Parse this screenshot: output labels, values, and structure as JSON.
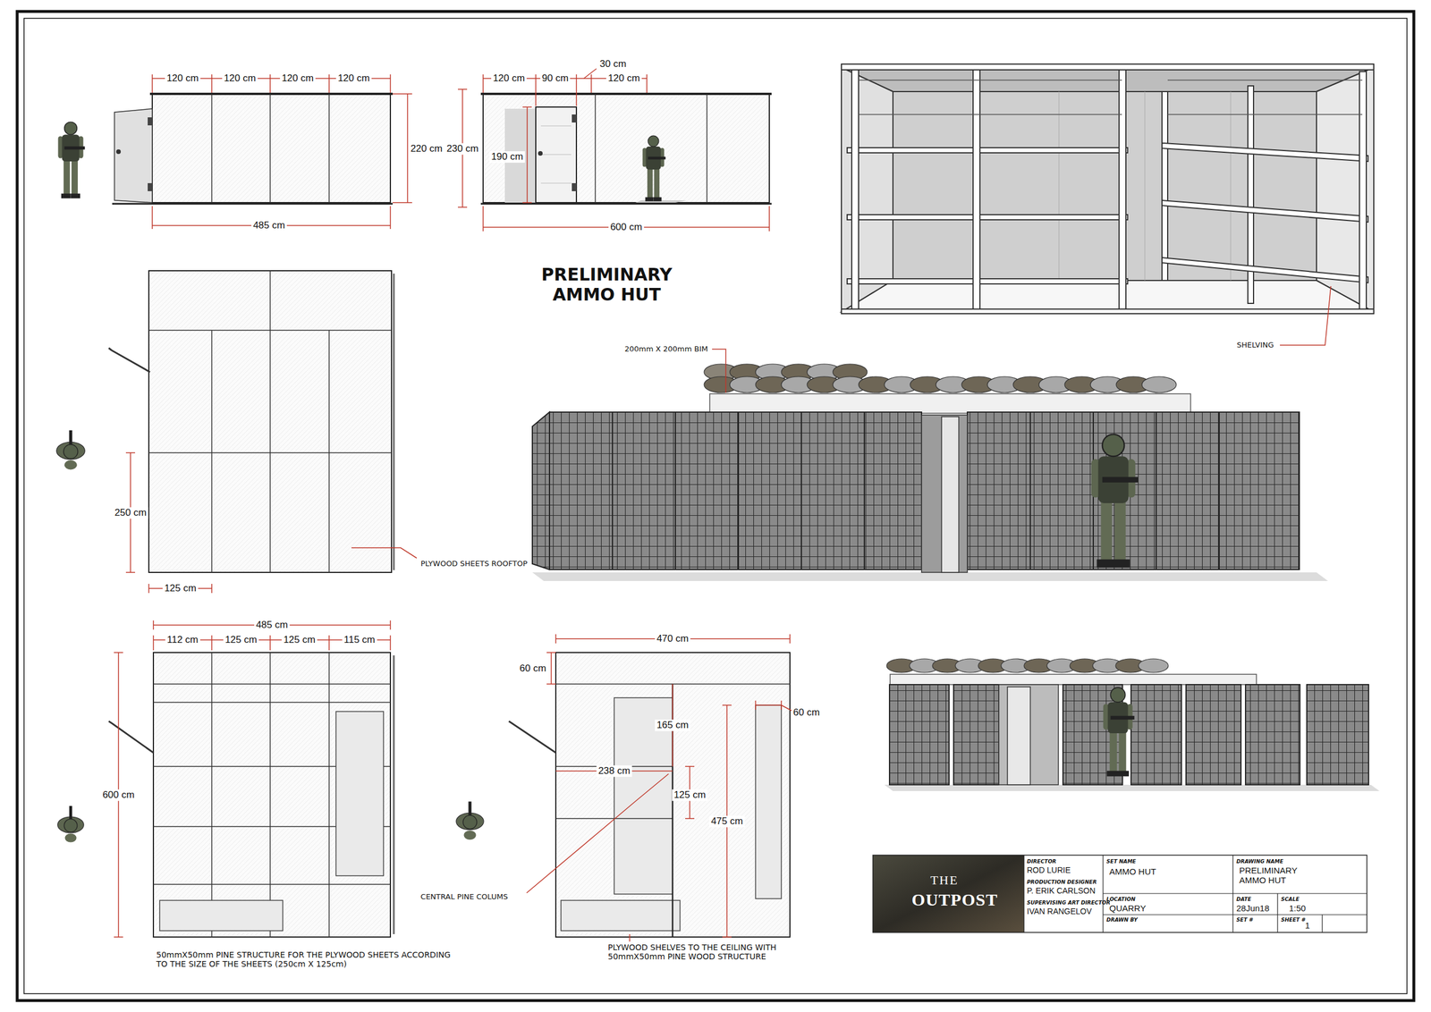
{
  "diagram": {
    "title": "PRELIMINARY AMMO HUT",
    "labels": [
      "120 cm",
      "120 cm",
      "120 cm",
      "120 cm",
      "220 cm",
      "485 cm",
      "120 cm",
      "90 cm",
      "30 cm",
      "120 cm",
      "230 cm",
      "190 cm",
      "600 cm",
      "200mm X 200mm BIM",
      "SHELVING",
      "250 cm",
      "125 cm",
      "PLYWOOD SHEETS ROOFTOP",
      "485 cm",
      "112 cm",
      "125 cm",
      "125 cm",
      "115 cm",
      "600 cm",
      "50mmX50mm PINE STRUCTURE FOR THE PLYWOOD SHEETS ACCORDING TO THE SIZE OF THE SHEETS (250cm X 125cm)",
      "470 cm",
      "60 cm",
      "165 cm",
      "238 cm",
      "125 cm",
      "475 cm",
      "60 cm",
      "CENTRAL PINE COLUMS",
      "PLYWOOD SHELVES TO THE CEILING WITH 50mmX50mm PINE WOOD STRUCTURE",
      "THE",
      "OUTPOST",
      "DIRECTOR",
      "ROD LURIE",
      "PRODUCTION DESIGNER",
      "P. ERIK CARLSON",
      "SUPERVISING ART DIRECTOR",
      "IVAN RANGELOV",
      "SET NAME",
      "AMMO HUT",
      "LOCATION",
      "QUARRY",
      "DRAWN BY",
      "DRAWING NAME",
      "PRELIMINARY AMMO HUT",
      "DATE",
      "28Jun18",
      "SCALE",
      "1:50",
      "SET #",
      "SHEET #",
      "1"
    ]
  }
}
